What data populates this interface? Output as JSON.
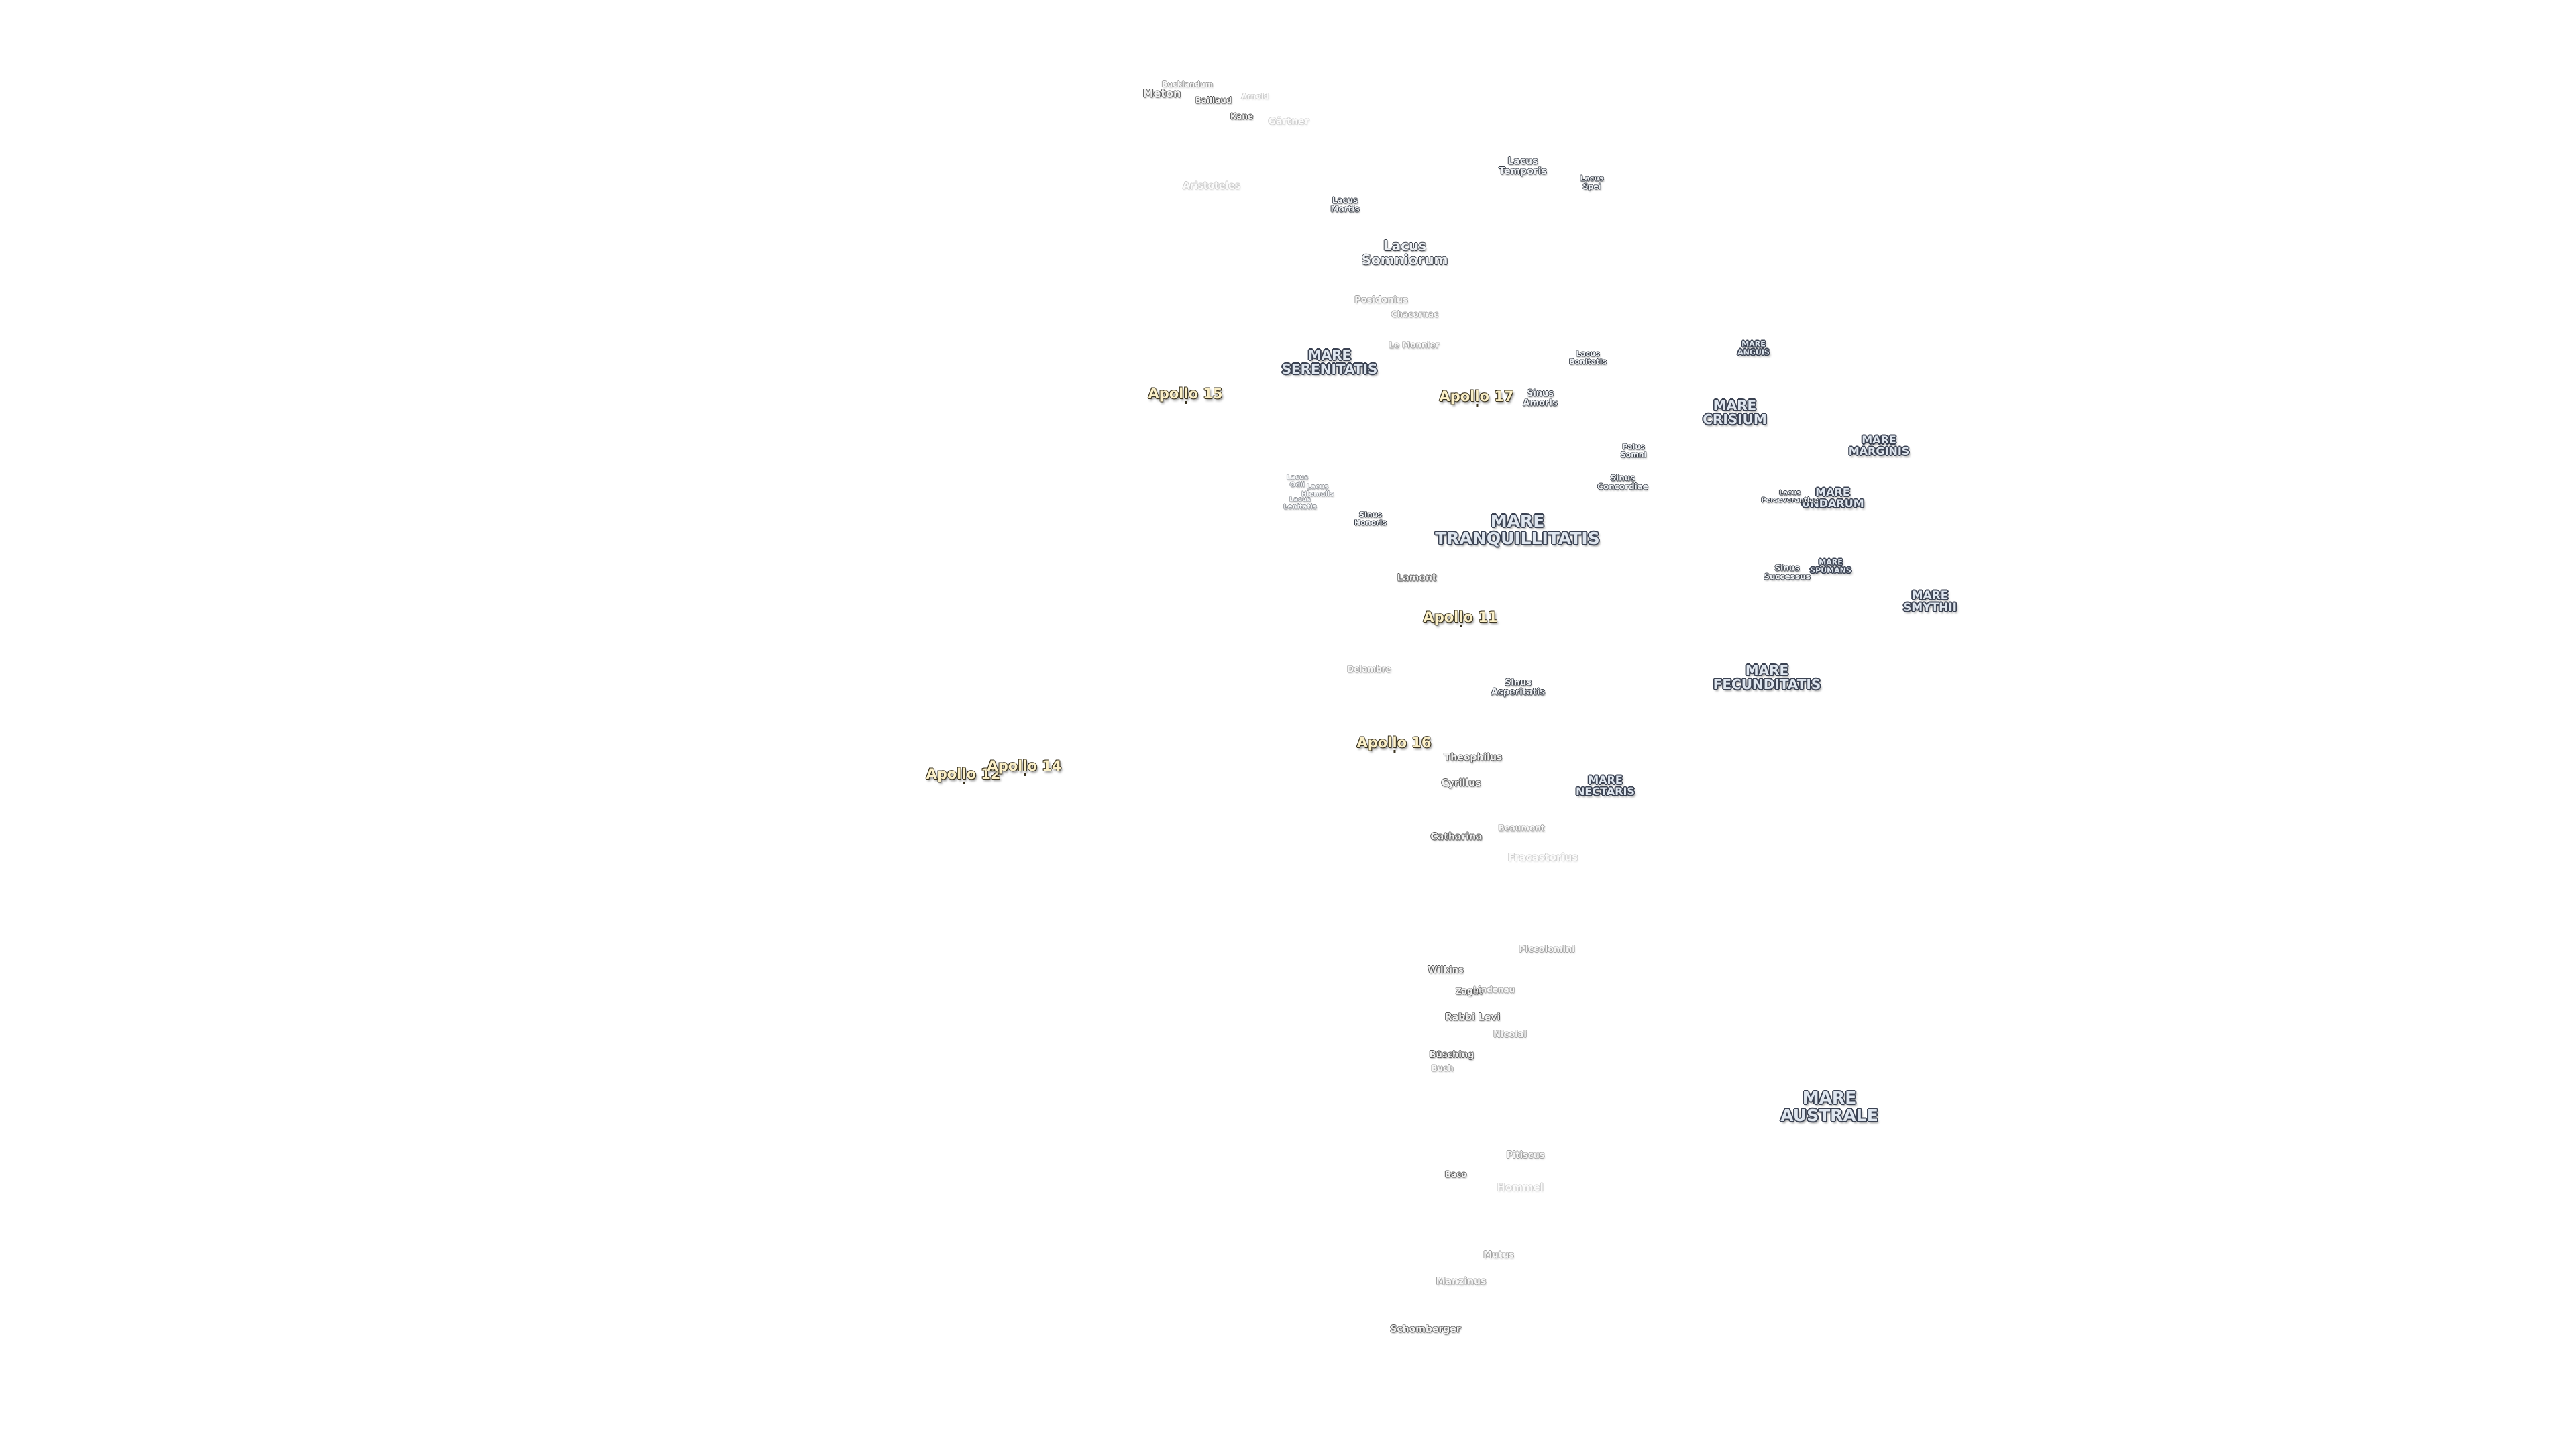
{
  "maria": {
    "serenitatis": "MARE\nSERENITATIS",
    "tranquillitatis": "MARE\nTRANQUILLITATIS",
    "crisium": "MARE\nCRISIUM",
    "fecunditatis": "MARE\nFECUNDITATIS",
    "nectaris": "MARE\nNECTARIS",
    "australe": "MARE\nAUSTRALE",
    "marginis": "MARE\nMARGINIS",
    "undarum": "MARE\nUNDARUM",
    "smythii": "MARE\nSMYTHII",
    "anguis": "MARE\nANGUIS",
    "spumans": "MARE\nSPUMANS"
  },
  "minor_features": {
    "lacus_somniorum": "Lacus\nSomniorum",
    "lacus_temporis": "Lacus\nTemporis",
    "lacus_spei": "Lacus\nSpei",
    "lacus_mortis": "Lacus\nMortis",
    "lacus_bonitatis": "Lacus\nBonitatis",
    "sinus_amoris": "Sinus\nAmoris",
    "palus_somni": "Palus\nSomni",
    "sinus_concordiae": "Sinus\nConcordiae",
    "lacus_perseverantiae": "Lacus\nPerseverantiae",
    "sinus_successus": "Sinus\nSuccessus",
    "sinus_honoris": "Sinus\nHonoris",
    "sinus_asperitatis": "Sinus\nAsperitatis",
    "lacus_odii": "Lacus\nOdii",
    "lacus_hiemalis": "Lacus\nHiemalis",
    "lacus_lenitatis": "Lacus\nLenitatis"
  },
  "craters": {
    "bucklandum": "Bucklandum",
    "meton": "Meton",
    "baillaud": "Baillaud",
    "kane": "Kane",
    "arnold": "Arnold",
    "gartner": "Gärtner",
    "aristoteles": "Aristoteles",
    "posidonius": "Posidonius",
    "chacornac": "Chacornac",
    "le_monnier": "Le Monnier",
    "lamont": "Lamont",
    "delambre": "Delambre",
    "theophilus": "Theophilus",
    "cyrillus": "Cyrillus",
    "beaumont": "Beaumont",
    "catharina": "Catharina",
    "fracastorius": "Fracastorius",
    "piccolomini": "Piccolomini",
    "wilkins": "Wilkins",
    "zagut": "Zagut",
    "lindenau": "Lindenau",
    "rabbi_levi": "Rabbi Levi",
    "nicolai": "Nicolai",
    "busching": "Büsching",
    "buch": "Buch",
    "pitiscus": "Pitiscus",
    "baco": "Baco",
    "hommel": "Hommel",
    "mutus": "Mutus",
    "manzinus": "Manzinus",
    "schomberger": "Schomberger"
  },
  "apollo": {
    "a11": "Apollo 11",
    "a12": "Apollo 12",
    "a14": "Apollo 14",
    "a15": "Apollo 15",
    "a16": "Apollo 16",
    "a17": "Apollo 17"
  }
}
